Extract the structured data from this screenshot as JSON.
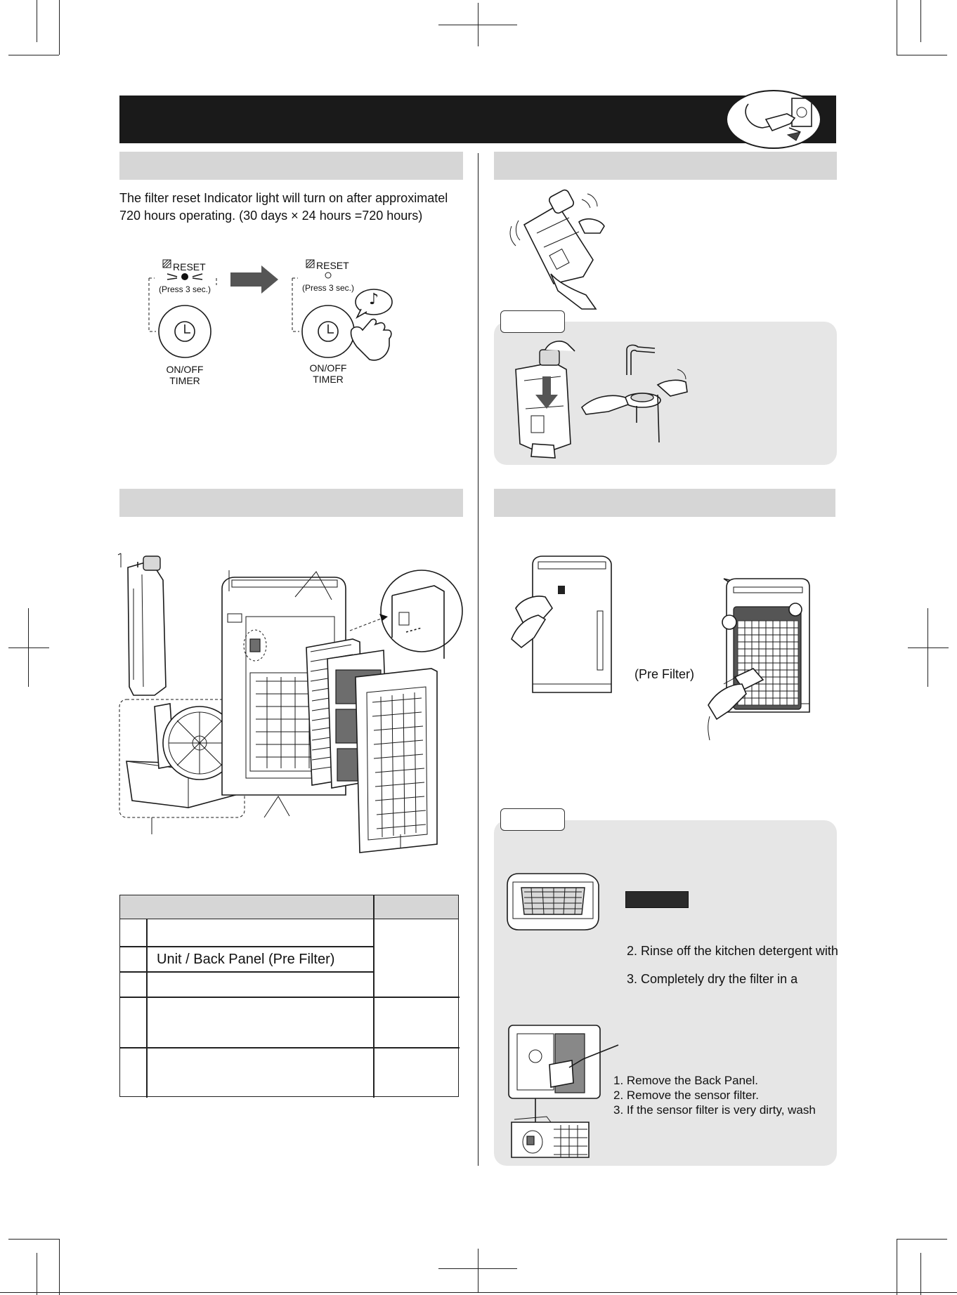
{
  "reset_section": {
    "description_line1": "The filter reset Indicator light will turn on after approximatel",
    "description_line2": "720 hours operating. (30 days × 24 hours =720 hours)",
    "panel_before": {
      "reset_label": "RESET",
      "press_hint": "(Press 3 sec.)",
      "button_label_line1": "ON/OFF",
      "button_label_line2": "TIMER"
    },
    "panel_after": {
      "reset_label": "RESET",
      "press_hint": "(Press 3 sec.)",
      "button_label_line1": "ON/OFF",
      "button_label_line2": "TIMER"
    }
  },
  "unit_section": {
    "pre_filter_label": "(Pre Filter)"
  },
  "parts_table": {
    "rows": [
      {
        "part": ""
      },
      {
        "part": "Unit / Back Panel (Pre Filter)"
      },
      {
        "part": ""
      },
      {
        "part": ""
      },
      {
        "part": ""
      }
    ]
  },
  "pre_filter_wash": {
    "step2": "2. Rinse off the kitchen detergent with",
    "step3": "3. Completely dry the filter in a"
  },
  "sensor_filter": {
    "step1": "1. Remove the Back Panel.",
    "step2": "2. Remove the sensor filter.",
    "step3": "3. If the sensor filter is very dirty, wash"
  },
  "icons": [
    "unplug-icon",
    "reset-indicator-icon",
    "clock-button-icon",
    "arrow-right-icon",
    "music-note-icon",
    "finger-press-icon"
  ]
}
